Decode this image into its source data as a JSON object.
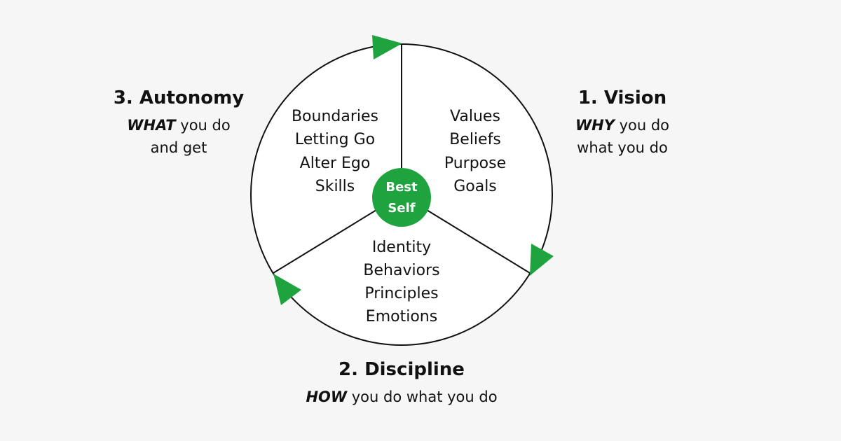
{
  "colors": {
    "accent": "#1fa33f",
    "background": "#f6f6f6",
    "circle_fill": "#ffffff",
    "stroke": "#111111",
    "text": "#111111"
  },
  "center": {
    "line1": "Best",
    "line2": "Self"
  },
  "segments": {
    "vision": [
      "Values",
      "Beliefs",
      "Purpose",
      "Goals"
    ],
    "discipline": [
      "Identity",
      "Behaviors",
      "Principles",
      "Emotions"
    ],
    "autonomy": [
      "Boundaries",
      "Letting Go",
      "Alter Ego",
      "Skills"
    ]
  },
  "pillars": {
    "vision": {
      "title": "1. Vision",
      "emphasis": "WHY",
      "line1_rest": " you do",
      "line2": "what you do"
    },
    "discipline": {
      "title": "2. Discipline",
      "emphasis": "HOW",
      "line1_rest": " you do what you do"
    },
    "autonomy": {
      "title": "3. Autonomy",
      "emphasis": "WHAT",
      "line1_rest": " you do",
      "line2": "and get"
    }
  },
  "icons": {
    "arrow": "triangle-arrow-icon"
  }
}
